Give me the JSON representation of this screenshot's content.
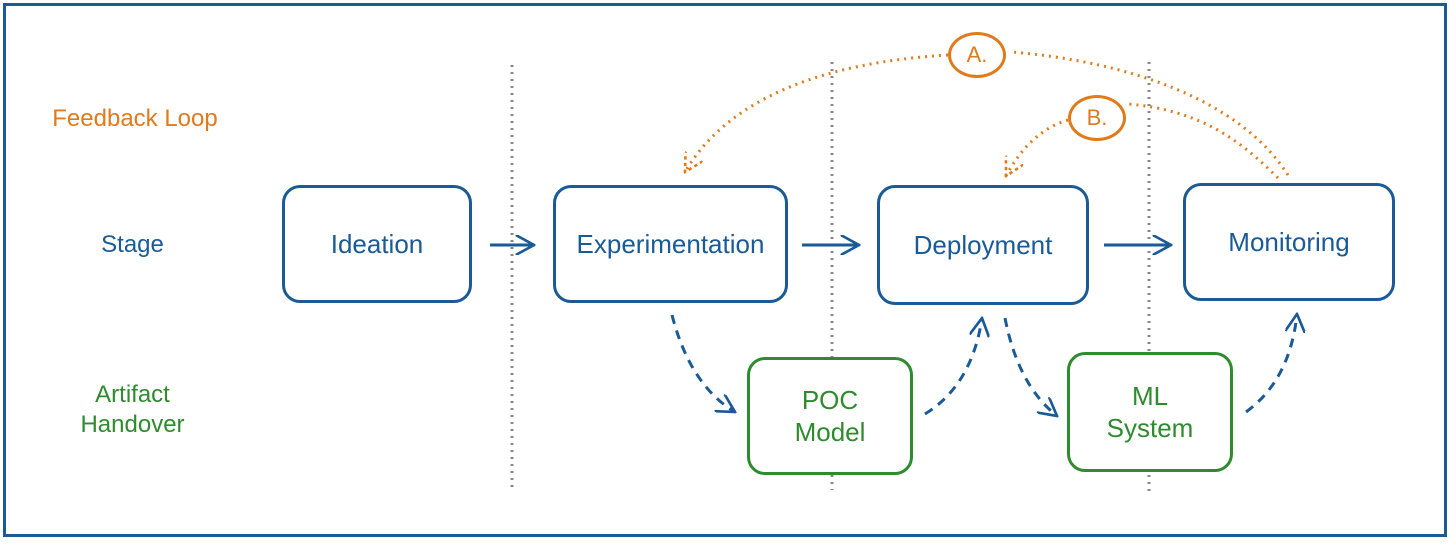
{
  "colors": {
    "frame": "#1a5a96",
    "stage": "#1a5a96",
    "artifact": "#2e8b2e",
    "feedback": "#e07b1c",
    "divider": "#888888"
  },
  "rows": {
    "feedback": "Feedback Loop",
    "stage": "Stage",
    "artifact_line1": "Artifact",
    "artifact_line2": "Handover"
  },
  "stages": [
    "Ideation",
    "Experimentation",
    "Deployment",
    "Monitoring"
  ],
  "artifacts": [
    {
      "line1": "POC",
      "line2": "Model"
    },
    {
      "line1": "ML",
      "line2": "System"
    }
  ],
  "feedback": [
    "A.",
    "B."
  ]
}
